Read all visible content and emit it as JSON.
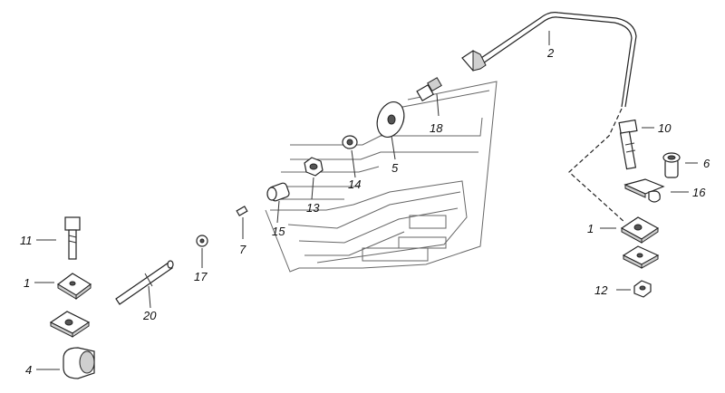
{
  "callouts": [
    {
      "id": "c1",
      "text": "2"
    },
    {
      "id": "c2",
      "text": "10"
    },
    {
      "id": "c3",
      "text": "6"
    },
    {
      "id": "c4",
      "text": "16"
    },
    {
      "id": "c5",
      "text": "1"
    },
    {
      "id": "c6",
      "text": "12"
    },
    {
      "id": "c7",
      "text": "18"
    },
    {
      "id": "c8",
      "text": "5"
    },
    {
      "id": "c9",
      "text": "14"
    },
    {
      "id": "c10",
      "text": "13"
    },
    {
      "id": "c11",
      "text": "15"
    },
    {
      "id": "c12",
      "text": "7"
    },
    {
      "id": "c13",
      "text": "17"
    },
    {
      "id": "c14",
      "text": "20"
    },
    {
      "id": "c15",
      "text": "11"
    },
    {
      "id": "c16",
      "text": "1"
    },
    {
      "id": "c17",
      "text": "4"
    }
  ]
}
